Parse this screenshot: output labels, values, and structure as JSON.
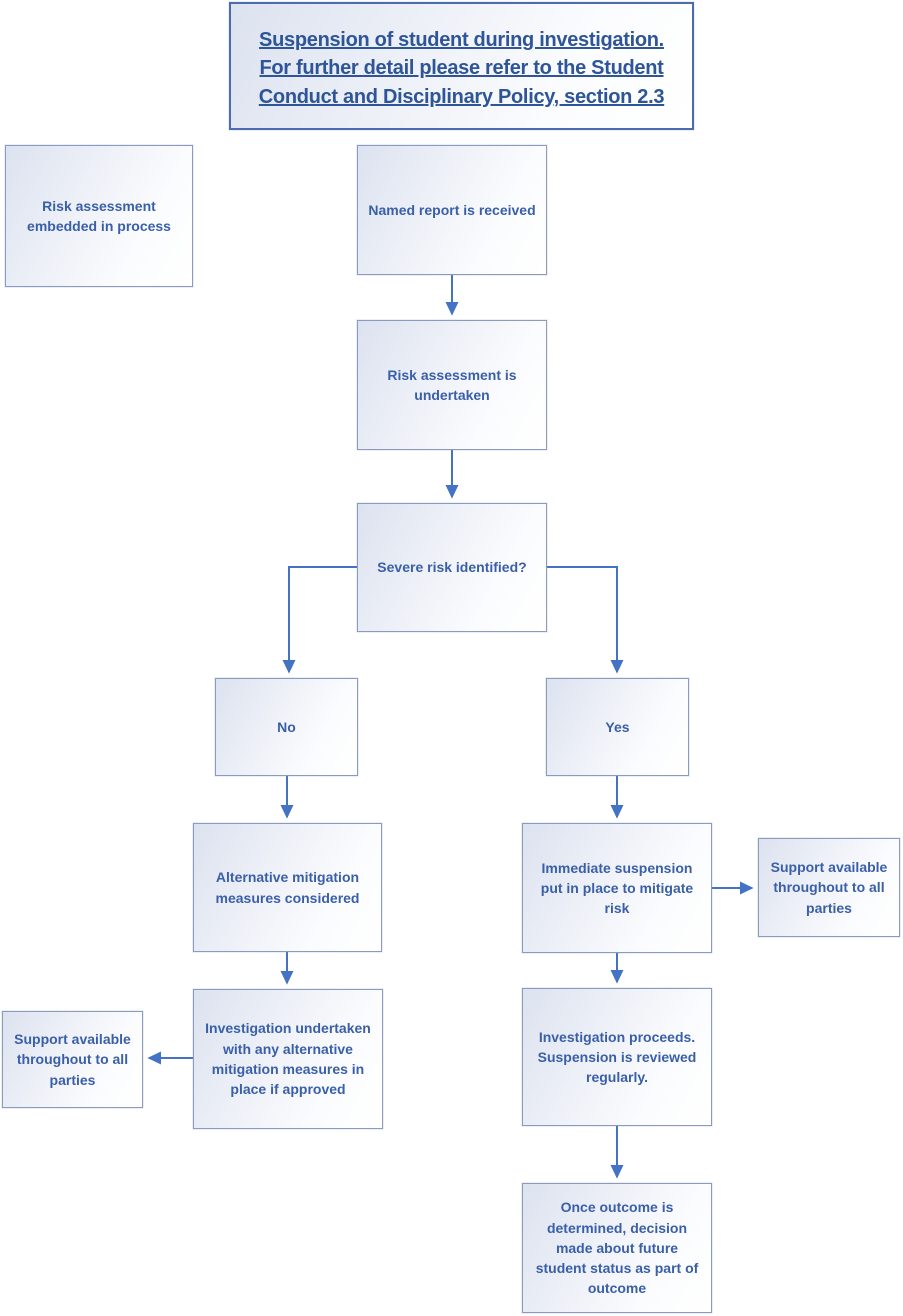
{
  "title": {
    "text": "Suspension of student during investigation.\nFor further detail please refer to the Student\nConduct and Disciplinary Policy, section 2.3"
  },
  "nodes": {
    "risk_embedded": {
      "label": "Risk assessment embedded in process"
    },
    "named_report": {
      "label": "Named report is received"
    },
    "risk_undertaken": {
      "label": "Risk assessment is undertaken"
    },
    "severe_risk": {
      "label": "Severe risk identified?"
    },
    "no_branch": {
      "label": "No"
    },
    "yes_branch": {
      "label": "Yes"
    },
    "alt_mitigation": {
      "label": "Alternative mitigation measures considered"
    },
    "immediate_suspension": {
      "label": "Immediate suspension put in place to mitigate risk"
    },
    "support_right": {
      "label": "Support available throughout to all parties"
    },
    "investigation_undertaken": {
      "label": "Investigation undertaken with any alternative mitigation measures in place if approved"
    },
    "support_left": {
      "label": "Support available throughout to all parties"
    },
    "investigation_proceeds": {
      "label": "Investigation proceeds. Suspension is reviewed regularly."
    },
    "once_outcome": {
      "label": "Once outcome is determined, decision made about future student status as part of outcome"
    }
  },
  "colors": {
    "node_text": "#3a5fa9",
    "title_text": "#2e5597",
    "arrow": "#4472c4",
    "node_border": "#8b9bbd",
    "title_border": "#4d6cae",
    "node_fill_start": "#dce2ef",
    "node_fill_end": "#ffffff",
    "background": "#ffffff"
  }
}
